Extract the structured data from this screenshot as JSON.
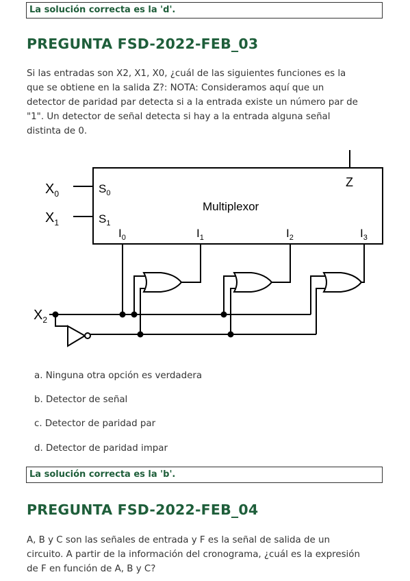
{
  "top_solution": "La solución correcta es la 'd'.",
  "question_03": {
    "title": "PREGUNTA FSD-2022-FEB_03",
    "text_lines": [
      "Si las entradas son X2, X1, X0, ¿cuál de las siguientes funciones es la",
      "que se obtiene en la salida Z?: NOTA: Consideramos aquí que un",
      "detector de paridad par detecta si a la entrada existe un número par de",
      "\"1\". Un detector de señal detecta si hay a la entrada alguna señal",
      "distinta de 0."
    ],
    "diagram": {
      "block_label": "Multiplexor",
      "output_label": "Z",
      "select_inputs": [
        {
          "ext": "X",
          "ext_sub": "0",
          "pin": "S",
          "pin_sub": "0"
        },
        {
          "ext": "X",
          "ext_sub": "1",
          "pin": "S",
          "pin_sub": "1"
        }
      ],
      "data_inputs": [
        {
          "pin": "I",
          "pin_sub": "0"
        },
        {
          "pin": "I",
          "pin_sub": "1"
        },
        {
          "pin": "I",
          "pin_sub": "2"
        },
        {
          "pin": "I",
          "pin_sub": "3"
        }
      ],
      "x2": {
        "label": "X",
        "sub": "2"
      }
    },
    "options": [
      "a. Ninguna otra opción es verdadera",
      "b. Detector de señal",
      "c. Detector de paridad par",
      "d. Detector de paridad impar"
    ],
    "solution": "La solución correcta es la 'b'."
  },
  "question_04": {
    "title": "PREGUNTA FSD-2022-FEB_04",
    "text_lines": [
      "A, B y C son las señales de entrada y F es la señal de salida de un",
      "circuito. A partir de la información del cronograma, ¿cuál es la expresión",
      "de F en función de A, B y C?"
    ]
  },
  "colors": {
    "heading": "#1e5e3a",
    "text": "#333333"
  }
}
